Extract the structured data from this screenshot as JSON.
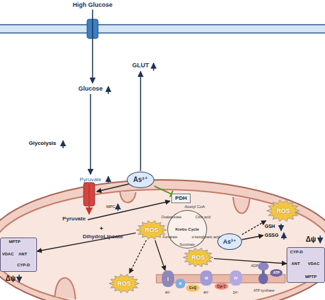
{
  "diagram": {
    "nodes": [
      {
        "text": [
          "As³⁺"
        ]
      },
      {
        "text": [
          "PDH"
        ]
      },
      {
        "text": [
          "MPTP",
          "VDAC",
          "ANT",
          "CYP-D"
        ]
      },
      {
        "text": [
          "ROS"
        ]
      },
      {
        "text": [
          "ROS"
        ]
      },
      {
        "text": [
          "As³⁺"
        ]
      },
      {
        "text": [
          "ROS"
        ]
      },
      {
        "text": [
          "CYP-D",
          "ANT",
          "VDAC",
          "MPTP"
        ]
      },
      {
        "text": [
          "ROS"
        ]
      },
      {
        "text": [
          "I"
        ]
      },
      {
        "text": [
          "II"
        ]
      },
      {
        "text": [
          "CoQ"
        ]
      },
      {
        "text": [
          "III"
        ]
      },
      {
        "text": [
          "Cyt C"
        ]
      },
      {
        "text": [
          "IV"
        ]
      },
      {
        "text": [
          "ATP"
        ]
      },
      {
        "text": [
          "Krebs Cycle"
        ]
      }
    ],
    "edges": [
      {
        "from": 0,
        "to": 1,
        "arrow": "none"
      },
      {
        "from": 4,
        "to": 2,
        "arrow": "to"
      },
      {
        "from": 4,
        "to": 8,
        "arrow": "to"
      },
      {
        "from": 4,
        "to": 9,
        "arrow": "to"
      },
      {
        "from": 5,
        "to": 3,
        "arrow": "to"
      },
      {
        "from": 6,
        "to": 7,
        "arrow": "to"
      }
    ],
    "labels": [
      "High Glucose",
      "GLUT",
      "Glucose",
      "Glycolysis",
      "Pyruvate",
      "MPC",
      "Pyruvate",
      "+",
      "DihydroLipoate",
      "Acetyl CoA",
      "Citric acid",
      "Oxaloacetate",
      "α-ketoglutaric acid",
      "Fumarate",
      "Succinate",
      "GSH",
      "GSSG",
      "Δψ",
      "Δψ",
      "ADP",
      "ATP synthase",
      "4H⁺",
      "4H⁺",
      "2H⁺"
    ]
  }
}
